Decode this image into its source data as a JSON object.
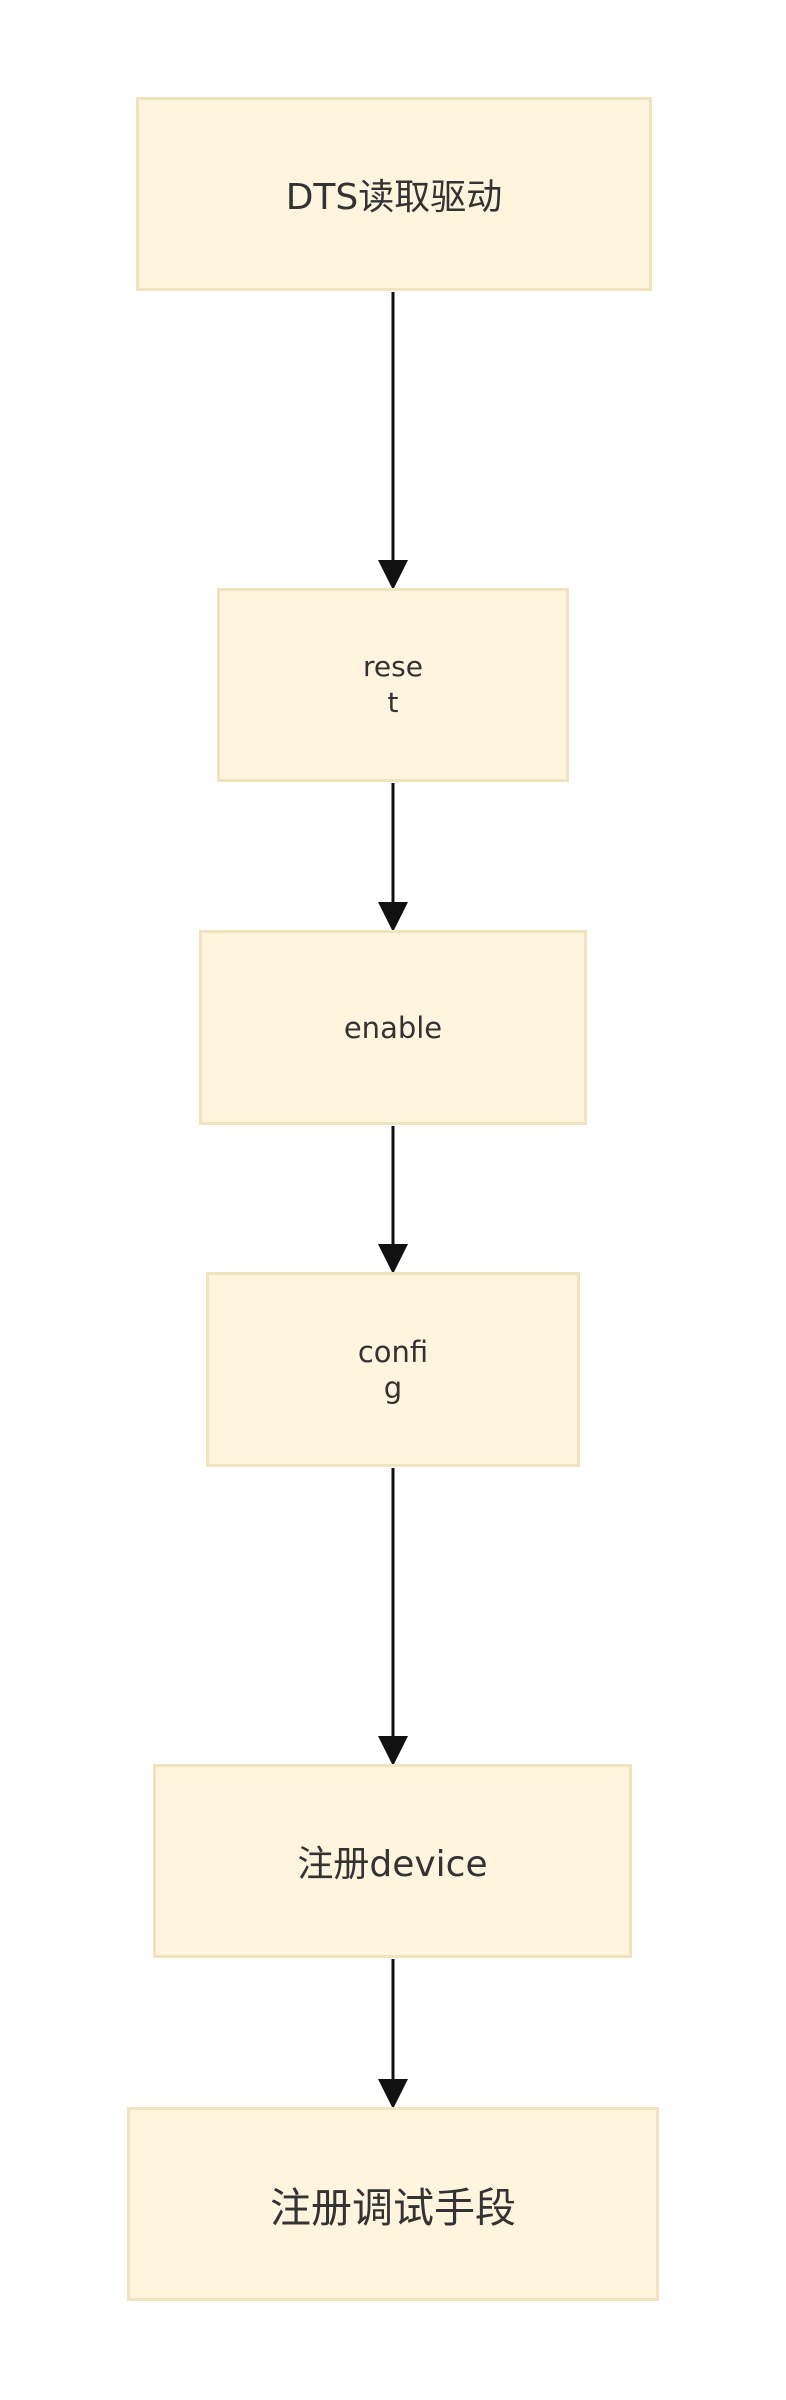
{
  "flowchart": {
    "nodes": [
      {
        "id": "dts",
        "label": "DTS读取驱动"
      },
      {
        "id": "reset",
        "label": "rese\nt"
      },
      {
        "id": "enable",
        "label": "enable"
      },
      {
        "id": "config",
        "label": "confi\ng"
      },
      {
        "id": "register_device",
        "label": "注册device"
      },
      {
        "id": "register_debug",
        "label": "注册调试手段"
      }
    ],
    "edges": [
      {
        "from": "dts",
        "to": "reset"
      },
      {
        "from": "reset",
        "to": "enable"
      },
      {
        "from": "enable",
        "to": "config"
      },
      {
        "from": "config",
        "to": "register_device"
      },
      {
        "from": "register_device",
        "to": "register_debug"
      }
    ]
  },
  "colors": {
    "node_fill": "#fff4dd",
    "node_border": "#f0e3bd",
    "text": "#333333",
    "arrow": "#111111"
  }
}
